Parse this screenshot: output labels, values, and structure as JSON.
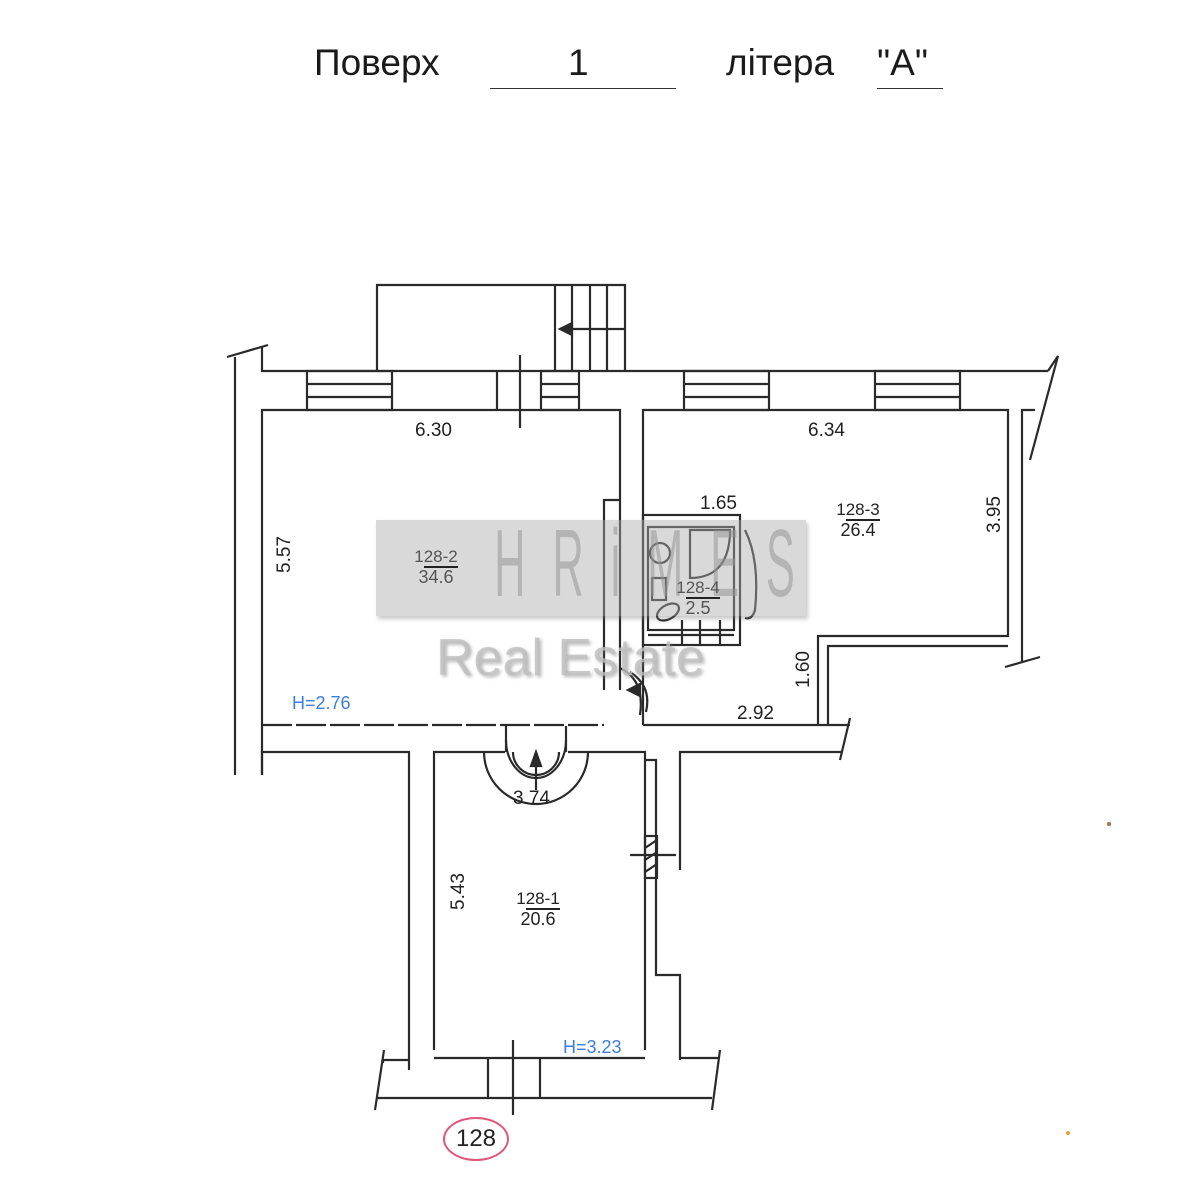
{
  "header": {
    "floor_label": "Поверх",
    "floor_value": "1",
    "letter_label": "літера",
    "letter_value": "\"А\""
  },
  "rooms": [
    {
      "id": "128-1",
      "number_prefix": "1",
      "number_rest": "28-1",
      "area": "20.6",
      "width_dim": "3.74",
      "length_dim": "5.43",
      "ceiling_height": "H=3.23"
    },
    {
      "id": "128-2",
      "number_prefix": "1",
      "number_rest": "28-2",
      "area": "34.6",
      "width_dim": "6.30",
      "length_dim": "5.57",
      "ceiling_height": "H=2.76"
    },
    {
      "id": "128-3",
      "number_prefix": "1",
      "number_rest": "28-3",
      "area": "26.4",
      "width_dim": "6.34",
      "length_dim": "3.95",
      "extra_dims": [
        "2.92",
        "1.60"
      ]
    },
    {
      "id": "128-4",
      "number_prefix": "1",
      "number_rest": "28-4",
      "area": "2.5",
      "width_dim": "1.65"
    }
  ],
  "apartment_badge": "128",
  "watermark": {
    "letters": [
      "H",
      "R",
      "i",
      "M",
      "E",
      "S"
    ],
    "subtitle": "Real Estate"
  },
  "colors": {
    "line": "#2a2a2a",
    "height_text": "#3b7de0",
    "badge_border": "#e0557a",
    "watermark": "#aaaaaa"
  }
}
